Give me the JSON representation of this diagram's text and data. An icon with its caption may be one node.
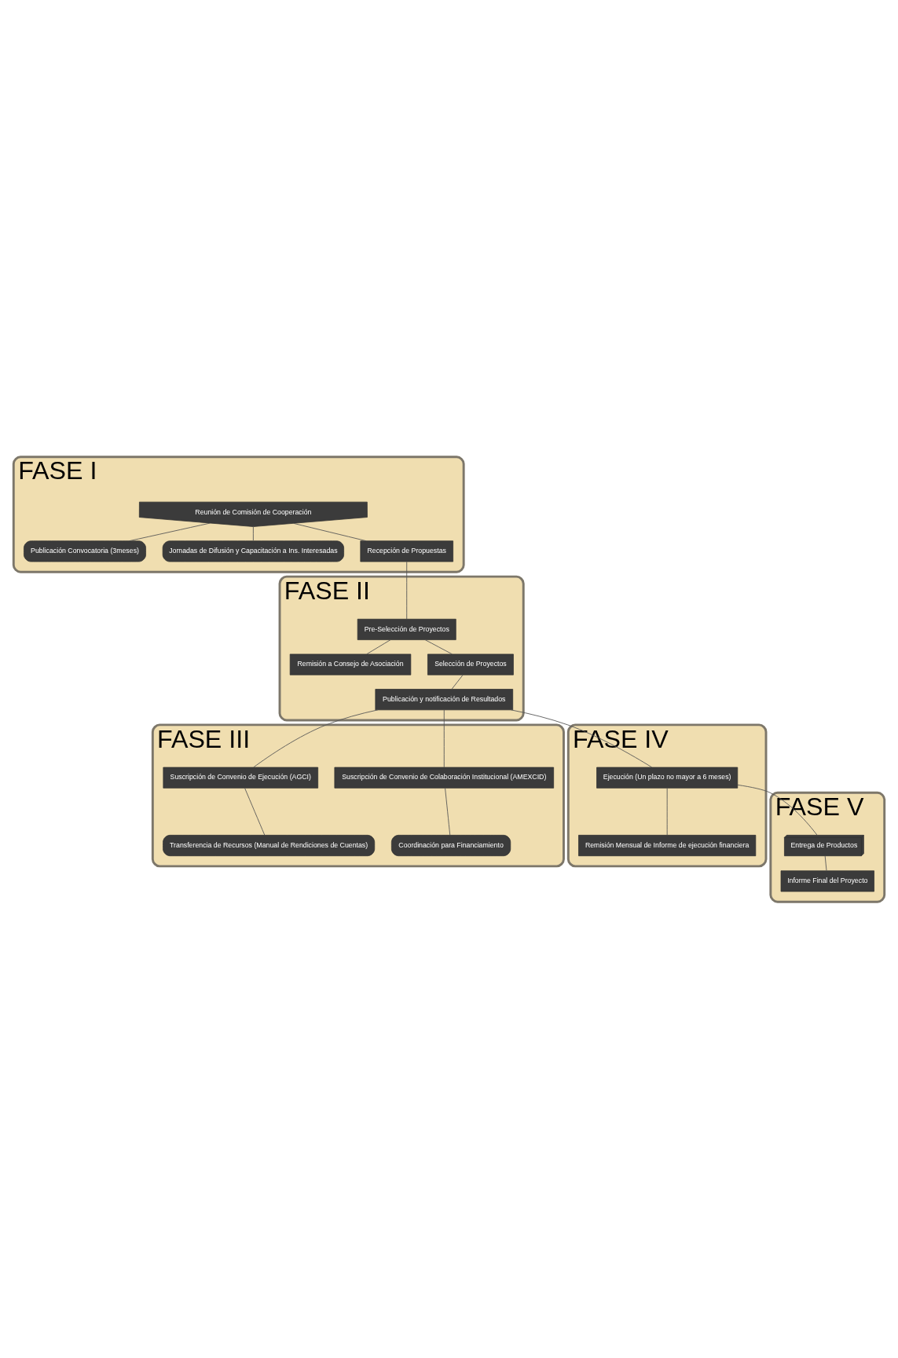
{
  "diagram": {
    "nodes": [
      {
        "text": [
          "FASE I"
        ]
      },
      {
        "text": [
          "Reunión de Comisión de Cooperación"
        ],
        "in": 0
      },
      {
        "text": [
          "Publicación Convocatoria (3meses)"
        ],
        "in": 0
      },
      {
        "text": [
          "Jornadas de Difusión y Capacitación a Ins. Interesadas"
        ],
        "in": 0
      },
      {
        "text": [
          "Recepción de Propuestas"
        ],
        "in": 0
      },
      {
        "text": [
          "FASE II"
        ]
      },
      {
        "text": [
          "Pre-Selección de Proyectos"
        ],
        "in": 5
      },
      {
        "text": [
          "Remisión a Consejo de Asociación"
        ],
        "in": 5
      },
      {
        "text": [
          "Selección de Proyectos"
        ],
        "in": 5
      },
      {
        "text": [
          "Publicación y notificación de Resultados"
        ],
        "in": 5
      },
      {
        "text": [
          "FASE III"
        ]
      },
      {
        "text": [
          "Suscripción de Convenio de Colaboración Institucional (AMEXCID)"
        ],
        "in": 10
      },
      {
        "text": [
          "Suscripción de Convenio de Ejecución (AGCI)"
        ],
        "in": 10
      },
      {
        "text": [
          "Coordinación para Financiamiento"
        ],
        "in": 10
      },
      {
        "text": [
          "Transferencia de Recursos (Manual de Rendiciones de Cuentas)"
        ],
        "in": 10
      },
      {
        "text": [
          "FASE IV"
        ]
      },
      {
        "text": [
          "Ejecución (Un plazo no mayor a 6 meses)"
        ],
        "in": 15
      },
      {
        "text": [
          "Remisión Mensual de Informe de ejecución financiera"
        ],
        "in": 15
      },
      {
        "text": [
          "FASE V"
        ]
      },
      {
        "text": [
          "Entrega de Productos"
        ],
        "in": 18
      },
      {
        "text": [
          "Informe Final del Proyecto"
        ],
        "in": 18
      }
    ],
    "edges": [
      {
        "from": 1,
        "to": 2,
        "arrow": "none"
      },
      {
        "from": 1,
        "to": 3,
        "arrow": "none"
      },
      {
        "from": 1,
        "to": 4,
        "arrow": "none"
      },
      {
        "from": 4,
        "to": 6,
        "arrow": "none"
      },
      {
        "from": 6,
        "to": 7,
        "arrow": "none"
      },
      {
        "from": 6,
        "to": 8,
        "arrow": "none"
      },
      {
        "from": 8,
        "to": 9,
        "arrow": "none"
      },
      {
        "from": 9,
        "to": 11,
        "arrow": "none"
      },
      {
        "from": 9,
        "to": 12,
        "arrow": "none"
      },
      {
        "from": 11,
        "to": 13,
        "arrow": "none"
      },
      {
        "from": 12,
        "to": 14,
        "arrow": "none"
      },
      {
        "from": 9,
        "to": 16,
        "arrow": "none"
      },
      {
        "from": 16,
        "to": 17,
        "arrow": "none"
      },
      {
        "from": 16,
        "to": 19,
        "arrow": "none"
      },
      {
        "from": 19,
        "to": 20,
        "arrow": "none"
      }
    ]
  }
}
